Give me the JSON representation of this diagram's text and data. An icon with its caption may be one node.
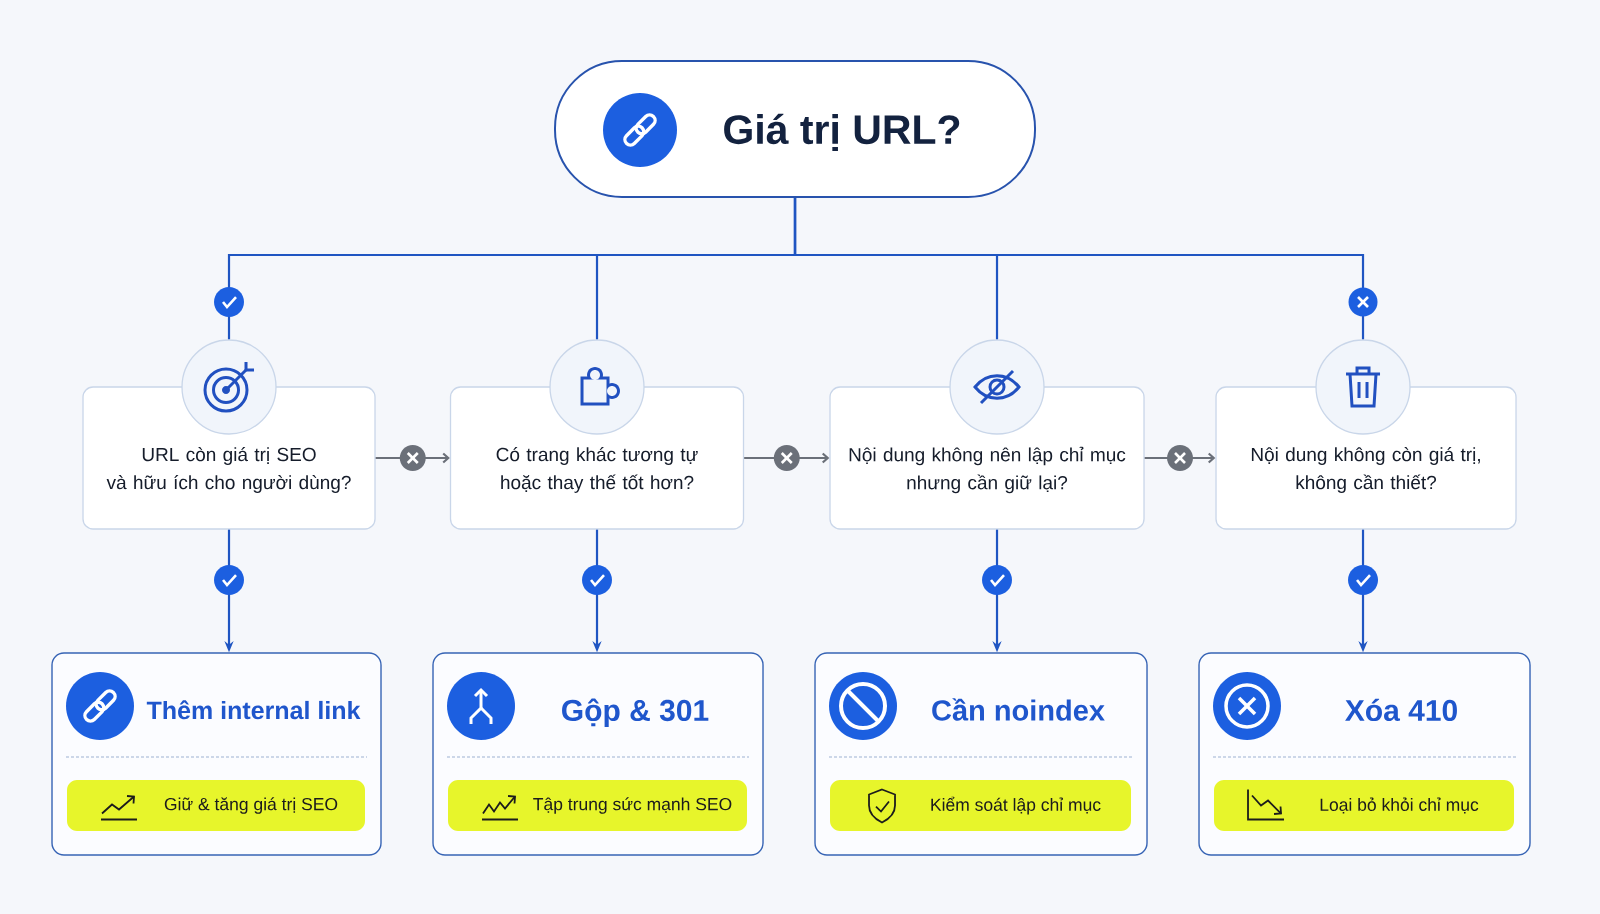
{
  "diagram": {
    "nodes": [
      {
        "text": [
          "Giá trị URL?"
        ]
      },
      {
        "text": [
          "URL còn giá trị SEO và hữu ích cho người dùng?"
        ]
      },
      {
        "text": [
          "Có trang khác tương tự hoặc thay thế tốt hơn?"
        ]
      },
      {
        "text": [
          "Nội dung không nên lập chỉ mục nhưng cần giữ lại?"
        ]
      },
      {
        "text": [
          "Nội dung không còn giá trị, không cần thiết?"
        ]
      },
      {
        "text": [
          "Thêm internal link"
        ]
      },
      {
        "text": [
          "Giữ & tăng giá trị SEO"
        ],
        "in": 5
      },
      {
        "text": [
          "Gộp & 301"
        ]
      },
      {
        "text": [
          "Tập trung sức mạnh SEO"
        ],
        "in": 7
      },
      {
        "text": [
          "Cần noindex"
        ]
      },
      {
        "text": [
          "Kiểm soát lập chỉ mục"
        ],
        "in": 9
      },
      {
        "text": [
          "Xóa 410"
        ]
      },
      {
        "text": [
          "Loại bỏ khỏi chỉ mục"
        ],
        "in": 11
      }
    ],
    "edges": [
      {
        "from": 0,
        "to": 1,
        "arrow": "none"
      },
      {
        "from": 0,
        "to": 2,
        "arrow": "none"
      },
      {
        "from": 0,
        "to": 3,
        "arrow": "none"
      },
      {
        "from": 0,
        "to": 4,
        "arrow": "none"
      },
      {
        "from": 1,
        "to": 2,
        "arrow": "to",
        "color": "#6b7079"
      },
      {
        "from": 2,
        "to": 3,
        "arrow": "to",
        "color": "#6b7079"
      },
      {
        "from": 3,
        "to": 4,
        "arrow": "to",
        "color": "#6b7079"
      },
      {
        "from": 1,
        "to": 5,
        "arrow": "to"
      },
      {
        "from": 2,
        "to": 7,
        "arrow": "to"
      },
      {
        "from": 3,
        "to": 9,
        "arrow": "to"
      },
      {
        "from": 4,
        "to": 11,
        "arrow": "to"
      }
    ]
  }
}
